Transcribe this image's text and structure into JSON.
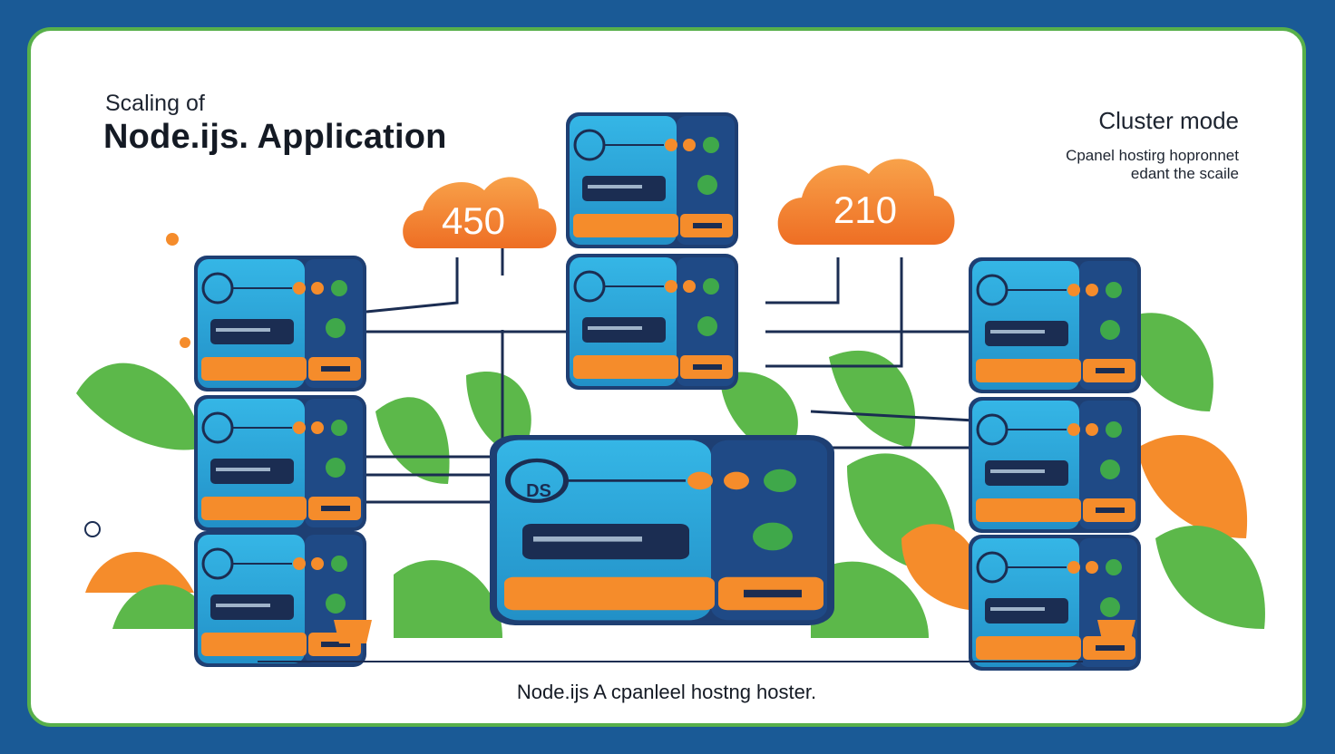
{
  "header": {
    "subtitle": "Scaling of",
    "title": "Node.ijs. Application"
  },
  "right_panel": {
    "title": "Cluster mode",
    "line1": "Cpanel hostirg hopronnet",
    "line2": "edant the scaile"
  },
  "clouds": {
    "left_value": "450",
    "right_value": "210"
  },
  "server_label": "DS",
  "footer": {
    "caption": "Node.ijs A cpanleel hostng hoster."
  },
  "colors": {
    "background": "#1a5a96",
    "frame_border": "#58b04a",
    "server_blue": "#2aa7d9",
    "server_dark": "#1e3f73",
    "accent_orange": "#f58c2b",
    "leaf_green": "#5cb84a"
  }
}
